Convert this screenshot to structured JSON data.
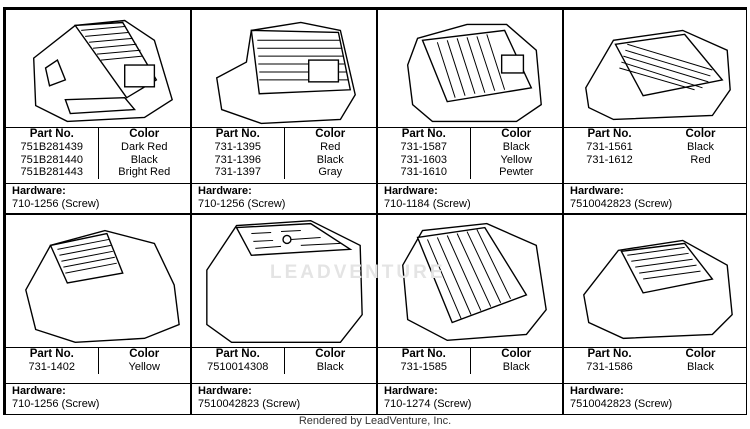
{
  "cells": [
    {
      "part_label": "Part No.",
      "color_label": "Color",
      "parts": "751B281439\n751B281440\n751B281443",
      "colors": "Dark Red\nBlack\nBright Red",
      "hw_label": "Hardware:",
      "hw_value": "710-1256 (Screw)"
    },
    {
      "part_label": "Part No.",
      "color_label": "Color",
      "parts": "731-1395\n731-1396\n731-1397",
      "colors": "Red\nBlack\nGray",
      "hw_label": "Hardware:",
      "hw_value": "710-1256 (Screw)"
    },
    {
      "part_label": "Part No.",
      "color_label": "Color",
      "parts": "731-1587\n731-1603\n731-1610",
      "colors": "Black\nYellow\nPewter",
      "hw_label": "Hardware:",
      "hw_value": "710-1184 (Screw)"
    },
    {
      "part_label": "Part No.",
      "color_label": "Color",
      "parts": "731-1561\n731-1612",
      "colors": "Black\nRed",
      "hw_label": "Hardware:",
      "hw_value": "7510042823 (Screw)"
    },
    {
      "part_label": "Part No.",
      "color_label": "Color",
      "parts": "731-1402",
      "colors": "Yellow",
      "hw_label": "Hardware:",
      "hw_value": "710-1256 (Screw)"
    },
    {
      "part_label": "Part No.",
      "color_label": "Color",
      "parts": "7510014308",
      "colors": "Black",
      "hw_label": "Hardware:",
      "hw_value": "7510042823 (Screw)"
    },
    {
      "part_label": "Part No.",
      "color_label": "Color",
      "parts": "731-1585",
      "colors": "Black",
      "hw_label": "Hardware:",
      "hw_value": "710-1274 (Screw)"
    },
    {
      "part_label": "Part No.",
      "color_label": "Color",
      "parts": "731-1586",
      "colors": "Black",
      "hw_label": "Hardware:",
      "hw_value": "7510042823 (Screw)"
    }
  ],
  "watermark": "LEADVENTURE",
  "footer": "Rendered by LeadVenture, Inc."
}
